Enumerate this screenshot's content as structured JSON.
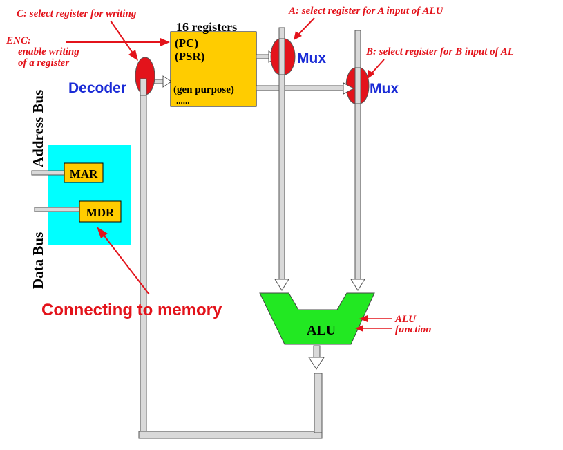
{
  "labels": {
    "c_select": "C: select register for writing",
    "a_select": "A: select register for A input of ALU",
    "b_select": "B: select register for B input of AL",
    "enc_title": "ENC:",
    "enc_line1": "enable writing",
    "enc_line2": "of a register",
    "decoder": "Decoder",
    "reg_title": "16 registers",
    "reg_pc": "(PC)",
    "reg_psr": "(PSR)",
    "reg_gen": "(gen purpose)",
    "reg_dots": "......",
    "mux_a": "Mux",
    "mux_b": "Mux",
    "address_bus": "Address Bus",
    "data_bus": "Data Bus",
    "mar": "MAR",
    "mdr": "MDR",
    "connecting": "Connecting to memory",
    "alu": "ALU",
    "alu_function_1": "ALU",
    "alu_function_2": "function"
  },
  "colors": {
    "annotation_red": "#e3131b",
    "mux_red": "#e3131b",
    "register_yellow": "#ffcc00",
    "memory_cyan": "#00ffff",
    "alu_green": "#22e822",
    "label_blue": "#1a2bd6",
    "bus_gray": "#d9d9d9"
  }
}
